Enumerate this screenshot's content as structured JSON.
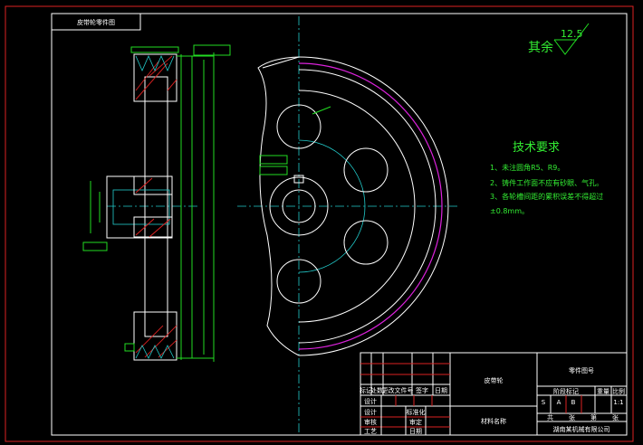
{
  "drawing": {
    "drawing_number_box": "皮带轮零件图",
    "roughness": {
      "value": "12.5",
      "label": "其余"
    },
    "tech_requirements": {
      "title": "技术要求",
      "items": [
        "1、未注圆角R5、R9。",
        "2、铸件工作面不应有砂眼、气孔。",
        "3、各轮槽间距的累积误差不得超过",
        "±0.8mm。"
      ]
    },
    "title_block": {
      "part_name": "皮带轮",
      "material": "材料名称",
      "drawing_code": "零件图号",
      "company": "湖南某机械有限公司",
      "rev_headers": [
        "标记",
        "处数",
        "更改文件号",
        "签字",
        "日期"
      ],
      "left_labels": [
        "设计",
        "标准化"
      ],
      "left_rows": [
        [
          "设计",
          "标准化"
        ],
        [
          "审核",
          "审定"
        ],
        [
          "工艺",
          "日期"
        ]
      ],
      "stage_headers": [
        "阶段标记",
        "重量",
        "比例"
      ],
      "stage_cells": [
        "S",
        "A",
        "B"
      ],
      "scale": "1:1",
      "sheet": [
        "共",
        "张",
        "第",
        "张"
      ]
    },
    "colors": {
      "frame": "#dd2222",
      "outline": "#ffffff",
      "dimension": "#22dd22",
      "center": "#22cccc",
      "hidden": "#dd22dd"
    }
  }
}
